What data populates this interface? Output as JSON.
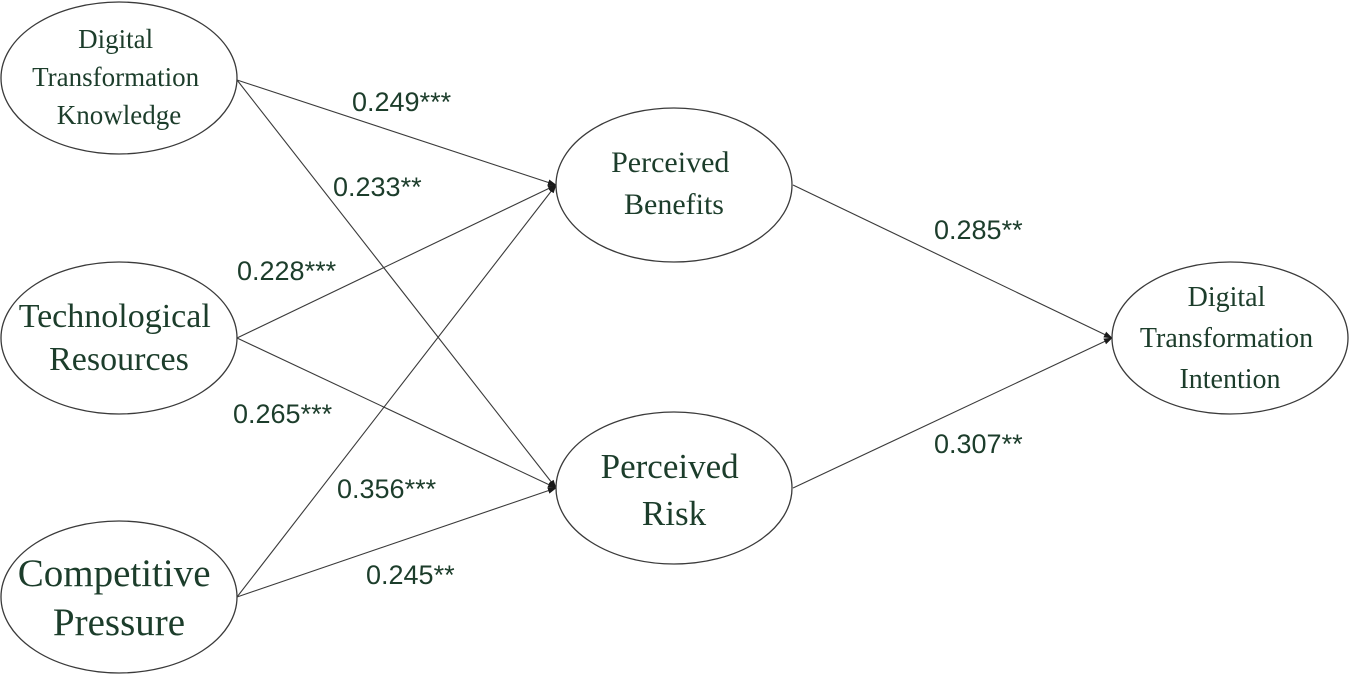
{
  "nodes": {
    "dtk": {
      "lines": [
        "Digital",
        "Transformation",
        "Knowledge"
      ]
    },
    "tr": {
      "lines": [
        "Technological",
        "Resources"
      ]
    },
    "cp": {
      "lines": [
        "Competitive",
        "Pressure"
      ]
    },
    "pb": {
      "lines": [
        "Perceived",
        "Benefits"
      ]
    },
    "pr": {
      "lines": [
        "Perceived",
        "Risk"
      ]
    },
    "dti": {
      "lines": [
        "Digital",
        "Transformation",
        "Intention"
      ]
    }
  },
  "edges": {
    "dtk_pb": {
      "from": "Digital Transformation Knowledge",
      "to": "Perceived Benefits",
      "coefficient": "0.249***"
    },
    "dtk_pr": {
      "from": "Digital Transformation Knowledge",
      "to": "Perceived Risk",
      "coefficient": "0.233**"
    },
    "tr_pb": {
      "from": "Technological Resources",
      "to": "Perceived Benefits",
      "coefficient": "0.228***"
    },
    "tr_pr": {
      "from": "Technological Resources",
      "to": "Perceived Risk",
      "coefficient": "0.265***"
    },
    "cp_pb": {
      "from": "Competitive Pressure",
      "to": "Perceived Benefits",
      "coefficient": "0.356***"
    },
    "cp_pr": {
      "from": "Competitive Pressure",
      "to": "Perceived Risk",
      "coefficient": "0.245**"
    },
    "pb_dti": {
      "from": "Perceived Benefits",
      "to": "Digital Transformation Intention",
      "coefficient": "0.285**"
    },
    "pr_dti": {
      "from": "Perceived Risk",
      "to": "Digital Transformation Intention",
      "coefficient": "0.307**"
    }
  }
}
